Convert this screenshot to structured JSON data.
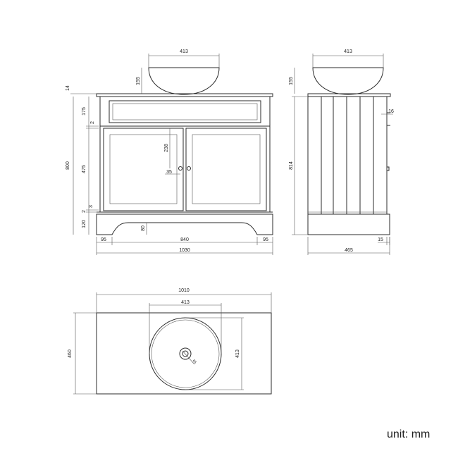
{
  "front_view": {
    "basin_width": "413",
    "basin_height": "155",
    "top_thickness": "14",
    "drawer_height": "175",
    "gap": "2",
    "door_height": "475",
    "overall_height": "800",
    "handle_height": "238",
    "handle_offset": "35",
    "plinth_gap": "3",
    "plinth_gap_2": "2",
    "plinth_height": "120",
    "plinth_cut": "80",
    "left_inset": "95",
    "center_width": "840",
    "right_inset": "95",
    "overall_width": "1030"
  },
  "side_view": {
    "basin_width": "413",
    "basin_height": "155",
    "overall_height": "814",
    "panel_depth": "16",
    "plinth_setback": "15",
    "overall_depth": "465"
  },
  "top_view": {
    "overall_width": "1010",
    "basin_width": "413",
    "overall_depth": "460",
    "basin_depth": "413",
    "waste_diameter": "65"
  },
  "unit_label": "unit: mm"
}
